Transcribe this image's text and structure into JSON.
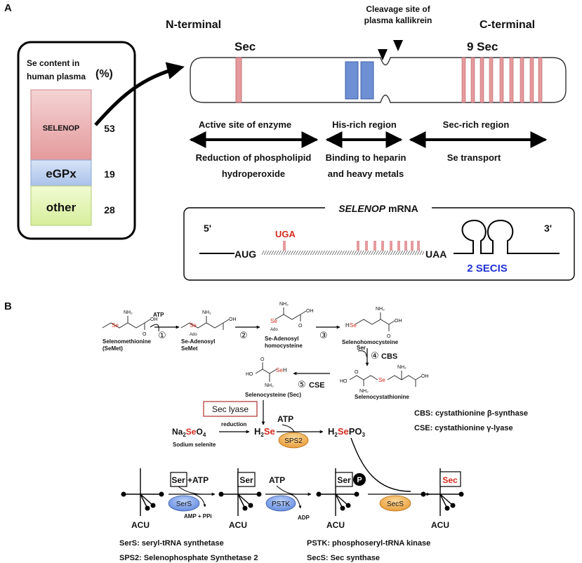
{
  "panel_a": {
    "label": "A",
    "n_terminal": "N-terminal",
    "c_terminal": "C-terminal",
    "sec": "Sec",
    "nine_sec": "9 Sec",
    "cleavage_line1": "Cleavage site of",
    "cleavage_line2": "plasma kallikrein",
    "box_title_line1": "Se content in",
    "box_title_line2": "human plasma",
    "box_title_pct": "(%)",
    "bars": [
      {
        "label": "SELENOP",
        "value": "53",
        "color": "#e8a6a8"
      },
      {
        "label": "eGPx",
        "value": "19",
        "color": "#bcd0ee"
      },
      {
        "label": "other",
        "value": "28",
        "color": "#e4f5b6"
      }
    ],
    "regions": [
      {
        "title": "Active site of enzyme",
        "desc_line1": "Reduction of phospholipid",
        "desc_line2": "hydroperoxide"
      },
      {
        "title": "His-rich region",
        "desc_line1": "Binding to heparin",
        "desc_line2": "and heavy metals"
      },
      {
        "title": "Sec-rich region",
        "desc_line1": "Se transport",
        "desc_line2": ""
      }
    ],
    "mrna": {
      "title_italic": "SELENOP",
      "title_rest": " mRNA",
      "five_prime": "5'",
      "three_prime": "3'",
      "aug": "AUG",
      "uga": "UGA",
      "uaa": "UAA",
      "secis": "2 SECIS",
      "uga_color": "#d42a1c",
      "secis_color": "#2233d6"
    }
  },
  "panel_b": {
    "label": "B",
    "compounds": {
      "selenomethionine_line1": "Selenomethionine",
      "selenomethionine_line2": "(SeMet)",
      "se_adenosyl_semet_line1": "Se-Adenosyl",
      "se_adenosyl_semet_line2": "SeMet",
      "se_adenosyl_homocys_line1": "Se-Adenosyl",
      "se_adenosyl_homocys_line2": "homocysteine",
      "selenohomocysteine": "Selenohomocysteine",
      "selenocystathionine": "Selenocystathionine",
      "selenocysteine": "Selenocysteine (Sec)",
      "sodium_selenite": "Sodium selenite"
    },
    "steps": {
      "s1": "①",
      "s2": "②",
      "s3": "③",
      "s4": "④",
      "s5": "⑤",
      "cbs": "CBS",
      "cse": "CSE",
      "atp": "ATP",
      "ser": "Ser",
      "reduction": "reduction"
    },
    "sec_lyase": "Sec lyase",
    "sps2": "SPS2",
    "h2se_pre": "H",
    "h2se_sub": "2",
    "se": "Se",
    "po3": "PO",
    "po3_sub": "3",
    "na2seo4_pre": "Na",
    "na2seo4_sub": "2",
    "na2seo4_o": "O",
    "na2seo4_sub2": "4",
    "atp_sps2": "ATP",
    "legend_cbs": "CBS: cystathionine β-synthase",
    "legend_cse": "CSE: cystathionine γ-lyase",
    "trna": {
      "ser": "Ser",
      "plus_atp": "+ATP",
      "sec": "Sec",
      "p": "P",
      "acu": "ACU",
      "serS": "SerS",
      "pstk": "PSTK",
      "secs": "SecS",
      "amp_ppi": "AMP + PPi",
      "adp": "ADP",
      "atp": "ATP"
    },
    "legend": [
      "SerS: seryl-tRNA synthetase",
      "SPS2: Selenophosphate Synthetase 2",
      "PSTK: phosphoseryl-tRNA kinase",
      "SecS: Sec synthase"
    ],
    "colors": {
      "se_red": "#d42a1c",
      "sec_box_border": "#b0302a",
      "orange_enzyme": "#f1ad4a",
      "blue_enzyme": "#7fa3e8"
    }
  }
}
